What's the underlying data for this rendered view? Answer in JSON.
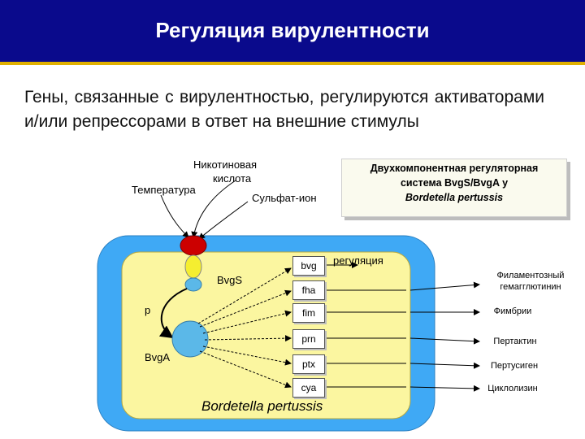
{
  "header": {
    "title": "Регуляция вирулентности"
  },
  "intro": {
    "text": "Гены, связанные с вирулентностью, регулируются активаторами и/или репрессорами в ответ на внешние стимулы"
  },
  "stimuli": {
    "nicotinic_line1": "Никотиновая",
    "nicotinic_line2": "кислота",
    "temperature": "Температура",
    "sulfate": "Сульфат-ион"
  },
  "system_box": {
    "line1": "Двухкомпонентная регуляторная",
    "line2": "система  BvgS/BvgA  у",
    "line3": "Bordetella pertussis"
  },
  "cell": {
    "bvgs_label": "BvgS",
    "p_label": "p",
    "bvga_label": "BvgA",
    "organism": "Bordetella pertussis",
    "regulation_label": "регуляция"
  },
  "genes": [
    "bvg",
    "fha",
    "fim",
    "prn",
    "ptx",
    "cya"
  ],
  "products": {
    "fha_line1": "Филаментозный",
    "fha_line2": "гемагглютинин",
    "fim": "Фимбрии",
    "prn": "Пертактин",
    "ptx": "Пертусиген",
    "cya": "Циклолизин"
  },
  "colors": {
    "header_bg": "#0a0a8c",
    "header_accent": "#e0b000",
    "cell_outer": "#3fa9f5",
    "cell_inner": "#fbf6a0",
    "sensor": "#cc0000",
    "sensor_mid": "#f5ee30",
    "sensor_low": "#5bb8e8"
  }
}
